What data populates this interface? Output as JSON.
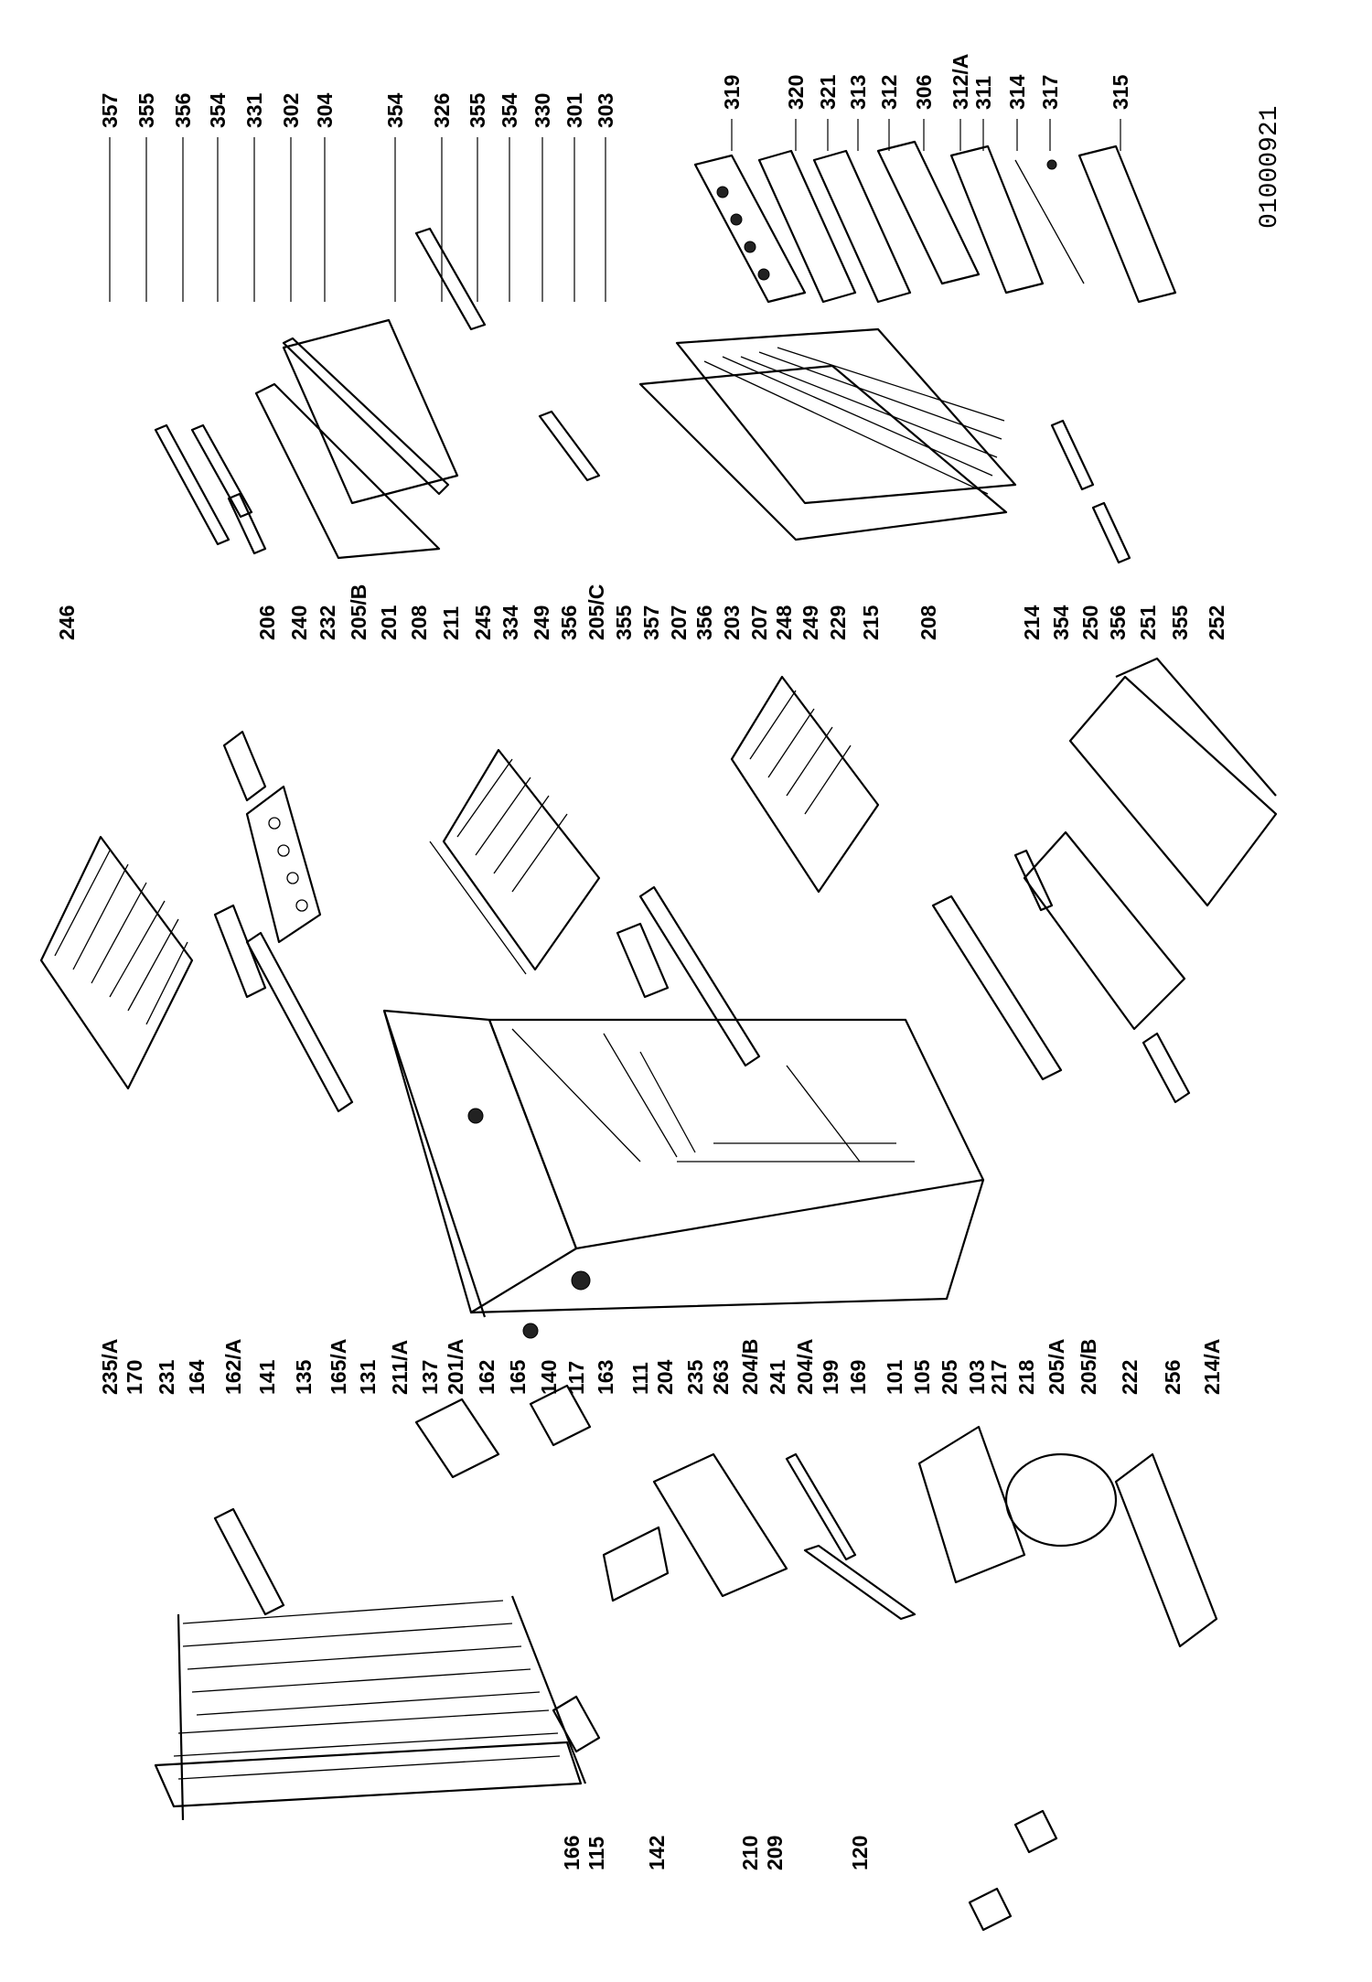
{
  "document_id": "01000921",
  "labels_top_left": [
    "357",
    "355",
    "356",
    "354",
    "331",
    "302",
    "304",
    "354",
    "326",
    "355",
    "354",
    "330",
    "301",
    "303"
  ],
  "labels_top_right": [
    "319",
    "320",
    "321",
    "313",
    "312",
    "306",
    "312/A",
    "311",
    "314",
    "317",
    "315"
  ],
  "labels_middle": [
    "206",
    "240",
    "232",
    "205/B",
    "201",
    "208",
    "211",
    "245",
    "334",
    "249",
    "356",
    "205/C",
    "355",
    "357",
    "207",
    "356",
    "203",
    "207",
    "248",
    "249",
    "229",
    "215",
    "208",
    "214",
    "354",
    "250",
    "356",
    "251",
    "355",
    "252"
  ],
  "labels_top_far": [
    "246"
  ],
  "labels_bottom": [
    "235/A",
    "170",
    "231",
    "164",
    "162/A",
    "141",
    "135",
    "165/A",
    "131",
    "211/A",
    "137",
    "201/A",
    "162",
    "165",
    "140",
    "117",
    "163",
    "111",
    "204",
    "235",
    "263",
    "204/B",
    "241",
    "204/A",
    "199",
    "169",
    "101",
    "105",
    "205",
    "103",
    "217",
    "218",
    "205/A",
    "205/B",
    "222",
    "256",
    "214/A"
  ],
  "labels_bottom_left": [
    "166",
    "115",
    "142",
    "210",
    "209",
    "120"
  ]
}
